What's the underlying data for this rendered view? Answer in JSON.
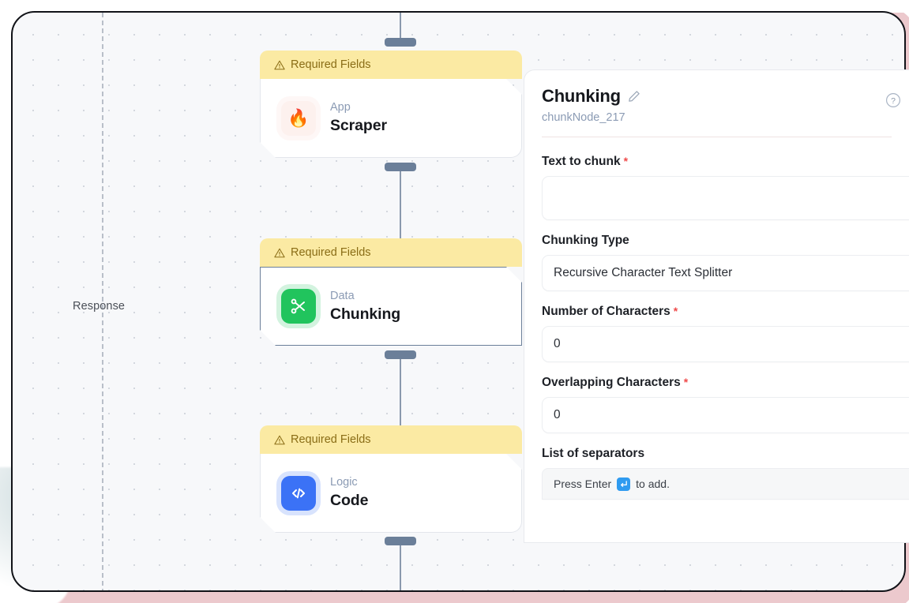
{
  "canvas": {
    "lane_label": "Response",
    "nodes": [
      {
        "banner": "Required Fields",
        "kind": "App",
        "title": "Scraper",
        "icon": "flame-icon",
        "selected": false
      },
      {
        "banner": "Required Fields",
        "kind": "Data",
        "title": "Chunking",
        "icon": "scissors-icon",
        "selected": true
      },
      {
        "banner": "Required Fields",
        "kind": "Logic",
        "title": "Code",
        "icon": "code-brackets-icon",
        "selected": false
      }
    ]
  },
  "panel": {
    "title": "Chunking",
    "edit_icon": "pencil-icon",
    "node_id": "chunkNode_217",
    "help_icon": "question-circle-icon",
    "fields": [
      {
        "label": "Text to chunk",
        "required": true,
        "value": "",
        "placeholder": ""
      },
      {
        "label": "Chunking Type",
        "required": false,
        "value": "Recursive Character Text Splitter",
        "placeholder": ""
      },
      {
        "label": "Number of Characters",
        "required": true,
        "value": "0",
        "placeholder": ""
      },
      {
        "label": "Overlapping Characters",
        "required": true,
        "value": "0",
        "placeholder": ""
      }
    ],
    "separators": {
      "label": "List of separators",
      "hint_before": "Press Enter",
      "hint_after": "to add.",
      "key_icon": "enter-key-icon"
    }
  },
  "colors": {
    "banner_bg": "#fbeaa3",
    "banner_text": "#8a6d16",
    "selected_border": "#6b7f99",
    "accent_data": "#21c45d",
    "accent_logic": "#3b72f6",
    "required_star": "#ef4a4a",
    "enter_key": "#2f9bf0",
    "canvas_bg": "#f7f8fa",
    "backdrop": "#ecc9cd"
  }
}
